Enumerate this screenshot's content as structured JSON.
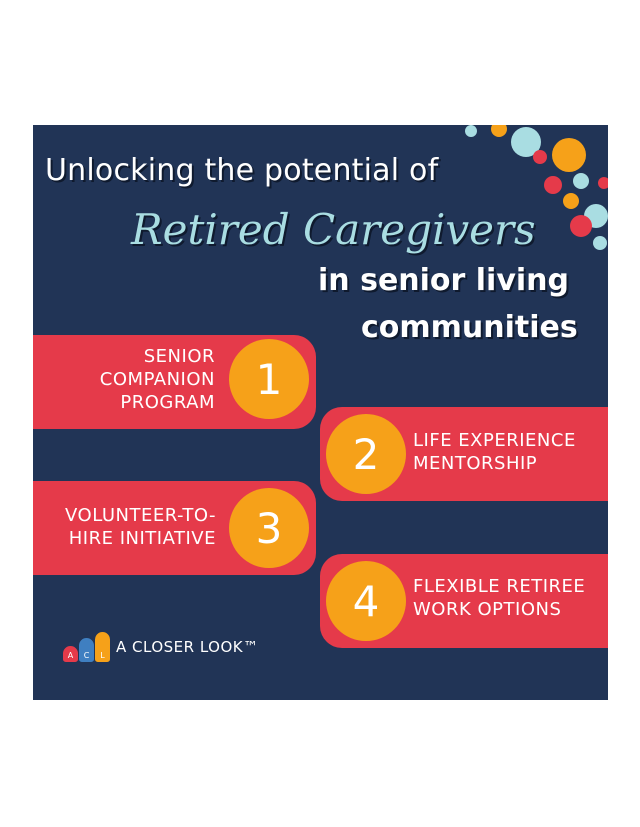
{
  "title": {
    "line1": "Unlocking the potential of",
    "line2": "Retired Caregivers",
    "line3": "in senior living",
    "line4": "communities"
  },
  "items": [
    {
      "number": "1",
      "lines": [
        "SENIOR",
        "COMPANION",
        "PROGRAM"
      ]
    },
    {
      "number": "2",
      "lines": [
        "LIFE EXPERIENCE",
        "MENTORSHIP"
      ]
    },
    {
      "number": "3",
      "lines": [
        "VOLUNTEER-TO-",
        "HIRE INITIATIVE"
      ]
    },
    {
      "number": "4",
      "lines": [
        "FLEXIBLE RETIREE",
        "WORK OPTIONS"
      ]
    }
  ],
  "logo": {
    "letters": [
      "A",
      "C",
      "L"
    ],
    "text": "A CLOSER LOOK™"
  },
  "colors": {
    "background": "#213456",
    "band": "#e53a4a",
    "circle": "#f6a119",
    "accent_text": "#a9dde2",
    "dot_blue": "#a9dde2",
    "dot_orange": "#f6a119",
    "dot_red": "#e53a4a"
  }
}
